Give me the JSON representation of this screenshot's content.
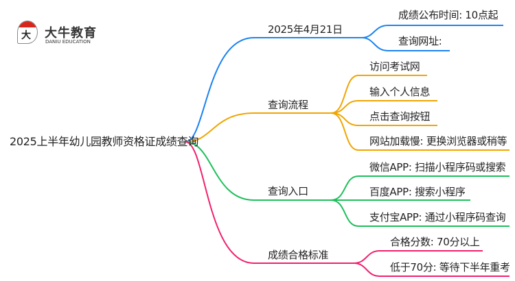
{
  "logo": {
    "glyph": "大牛",
    "name_cn": "大牛教育",
    "name_en": "DANIU EDUCATION"
  },
  "root": "2025上半年幼儿园教师资格证成绩查询",
  "colors": {
    "blue": "#1a82f0",
    "orange": "#f0a500",
    "green": "#1cbf5a",
    "pink": "#f0206e"
  },
  "branches": [
    {
      "label": "2025年4月21日",
      "children": [
        "成绩公布时间: 10点起",
        "查询网址:"
      ]
    },
    {
      "label": "查询流程",
      "children": [
        "访问考试网",
        "输入个人信息",
        "点击查询按钮",
        "网站加载慢: 更换浏览器或稍等"
      ]
    },
    {
      "label": "查询入口",
      "children": [
        "微信APP: 扫描小程序码或搜索",
        "百度APP: 搜索小程序",
        "支付宝APP: 通过小程序码查询"
      ]
    },
    {
      "label": "成绩合格标准",
      "children": [
        "合格分数: 70分以上",
        "低于70分: 等待下半年重考"
      ]
    }
  ]
}
